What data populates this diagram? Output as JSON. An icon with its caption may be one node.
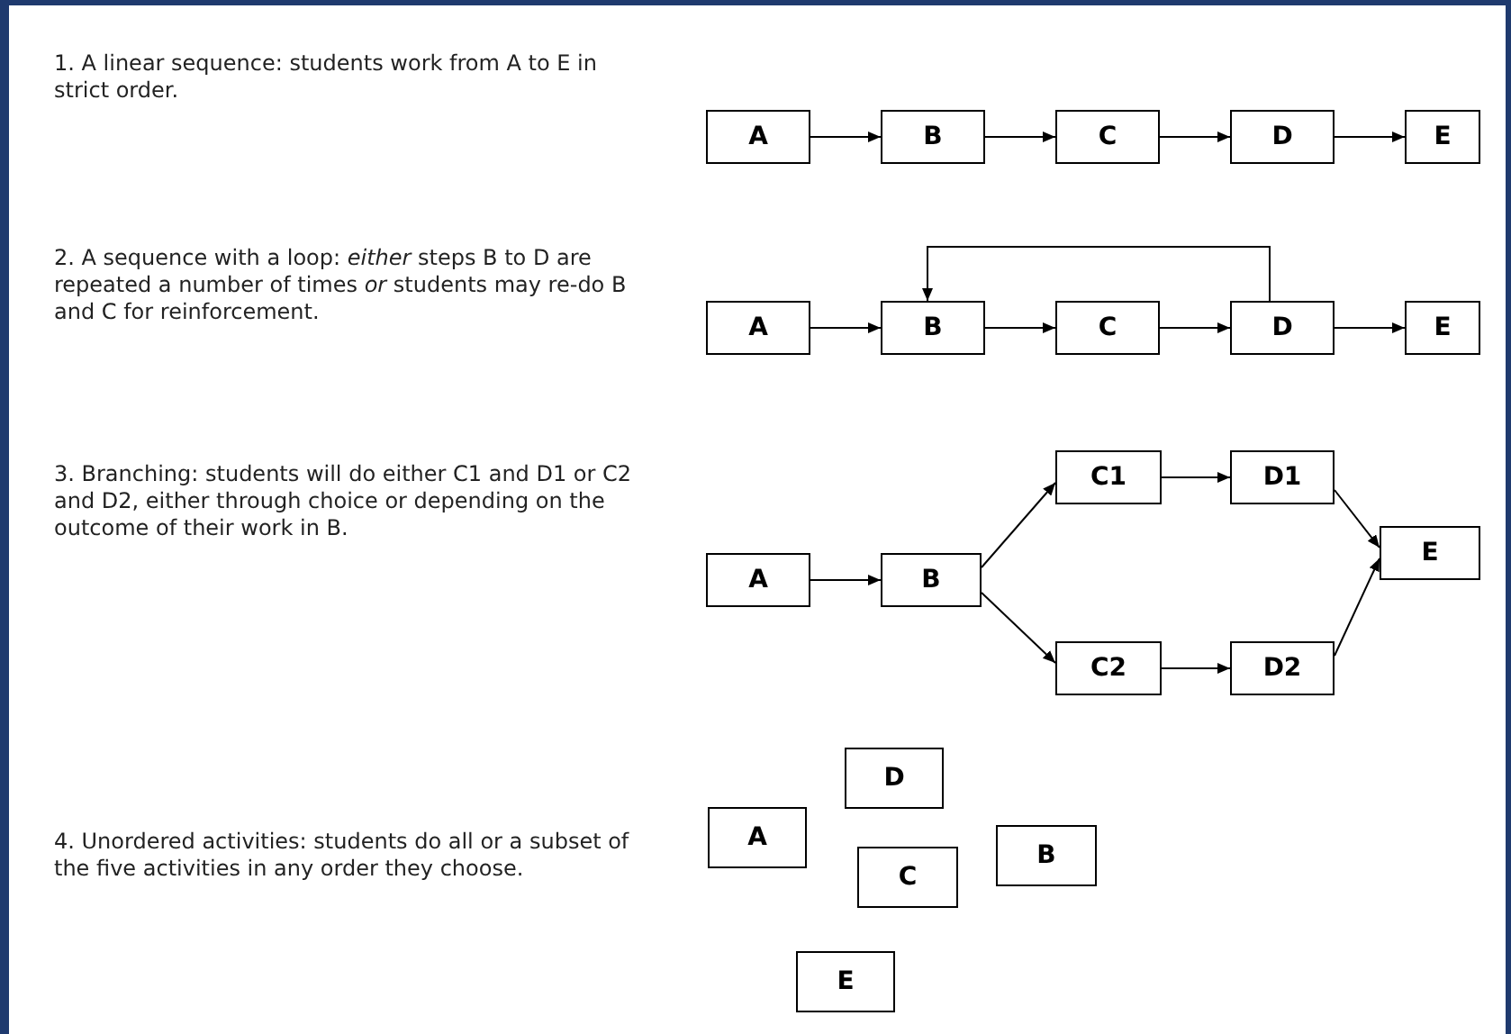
{
  "diagram": {
    "nodes": [
      {
        "text": [
          "A"
        ]
      },
      {
        "text": [
          "B"
        ]
      },
      {
        "text": [
          "C"
        ]
      },
      {
        "text": [
          "D"
        ]
      },
      {
        "text": [
          "E"
        ]
      },
      {
        "text": [
          "A"
        ]
      },
      {
        "text": [
          "B"
        ]
      },
      {
        "text": [
          "C"
        ]
      },
      {
        "text": [
          "D"
        ]
      },
      {
        "text": [
          "E"
        ]
      },
      {
        "text": [
          "A"
        ]
      },
      {
        "text": [
          "B"
        ]
      },
      {
        "text": [
          "C1"
        ]
      },
      {
        "text": [
          "D1"
        ]
      },
      {
        "text": [
          "C2"
        ]
      },
      {
        "text": [
          "D2"
        ]
      },
      {
        "text": [
          "E"
        ]
      },
      {
        "text": [
          "D"
        ]
      },
      {
        "text": [
          "A"
        ]
      },
      {
        "text": [
          "B"
        ]
      },
      {
        "text": [
          "C"
        ]
      },
      {
        "text": [
          "E"
        ]
      }
    ],
    "edges": [
      {
        "from": 0,
        "to": 1,
        "arrow": "to"
      },
      {
        "from": 1,
        "to": 2,
        "arrow": "to"
      },
      {
        "from": 2,
        "to": 3,
        "arrow": "to"
      },
      {
        "from": 3,
        "to": 4,
        "arrow": "to"
      },
      {
        "from": 5,
        "to": 6,
        "arrow": "to"
      },
      {
        "from": 6,
        "to": 7,
        "arrow": "to"
      },
      {
        "from": 7,
        "to": 8,
        "arrow": "to"
      },
      {
        "from": 8,
        "to": 9,
        "arrow": "to"
      },
      {
        "from": 8,
        "to": 6,
        "arrow": "to"
      },
      {
        "from": 10,
        "to": 11,
        "arrow": "to"
      },
      {
        "from": 11,
        "to": 12,
        "arrow": "to"
      },
      {
        "from": 11,
        "to": 14,
        "arrow": "to"
      },
      {
        "from": 12,
        "to": 13,
        "arrow": "to"
      },
      {
        "from": 14,
        "to": 15,
        "arrow": "to"
      },
      {
        "from": 13,
        "to": 16,
        "arrow": "to"
      },
      {
        "from": 15,
        "to": 16,
        "arrow": "to"
      }
    ],
    "labels": [
      "1. A linear sequence: students work from A to E in strict order.",
      "2. A sequence with a loop: *either* steps B to D are repeated a number of times *or* students may re-do B and C for reinforcement.",
      "3. Branching: students will do either C1 and D1 or C2 and D2, either through choice or depending on the outcome of their work in B.",
      "4. Unordered activities: students do all or a subset of the five activities in any order they choose."
    ]
  }
}
